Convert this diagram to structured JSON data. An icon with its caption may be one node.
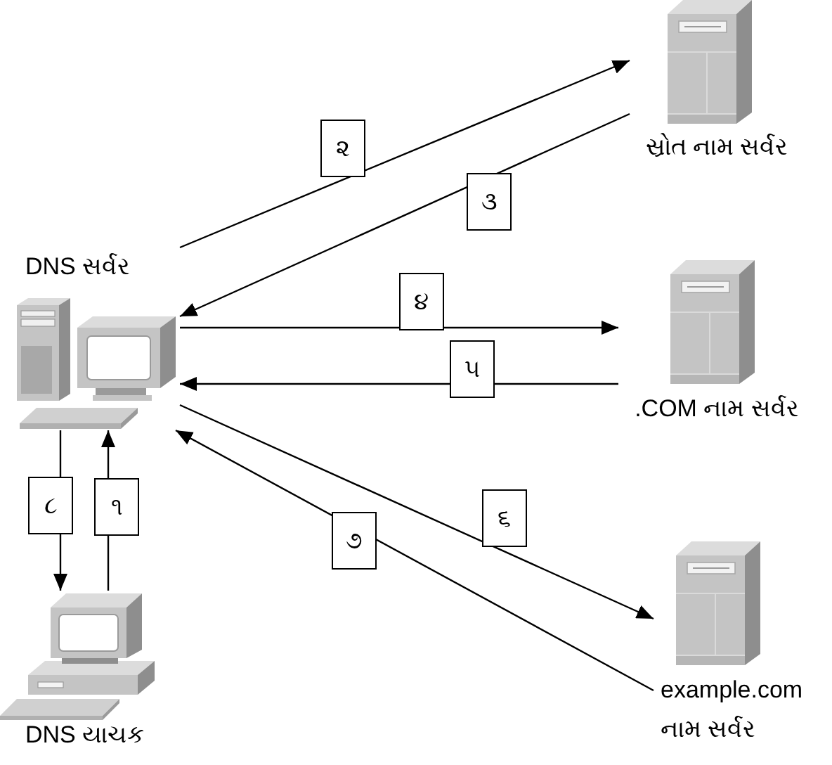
{
  "diagram": {
    "nodes": [
      {
        "text": [
          "DNS સર્વર"
        ]
      },
      {
        "text": [
          "સ્રોત નામ સર્વર"
        ]
      },
      {
        "text": [
          ".COM નામ સર્વર"
        ]
      },
      {
        "text": [
          "example.com નામ સર્વર"
        ]
      },
      {
        "text": [
          "DNS યાચક"
        ]
      }
    ],
    "edges": [
      {
        "from": 4,
        "to": 0,
        "arrow": "to",
        "label": "૧"
      },
      {
        "from": 0,
        "to": 1,
        "arrow": "to",
        "label": "૨"
      },
      {
        "from": 1,
        "to": 0,
        "arrow": "to",
        "label": "૩"
      },
      {
        "from": 0,
        "to": 2,
        "arrow": "to",
        "label": "૪"
      },
      {
        "from": 2,
        "to": 0,
        "arrow": "to",
        "label": "૫"
      },
      {
        "from": 0,
        "to": 3,
        "arrow": "to",
        "label": "૬"
      },
      {
        "from": 3,
        "to": 0,
        "arrow": "to",
        "label": "૭"
      },
      {
        "from": 0,
        "to": 4,
        "arrow": "to",
        "label": "૮"
      }
    ]
  }
}
